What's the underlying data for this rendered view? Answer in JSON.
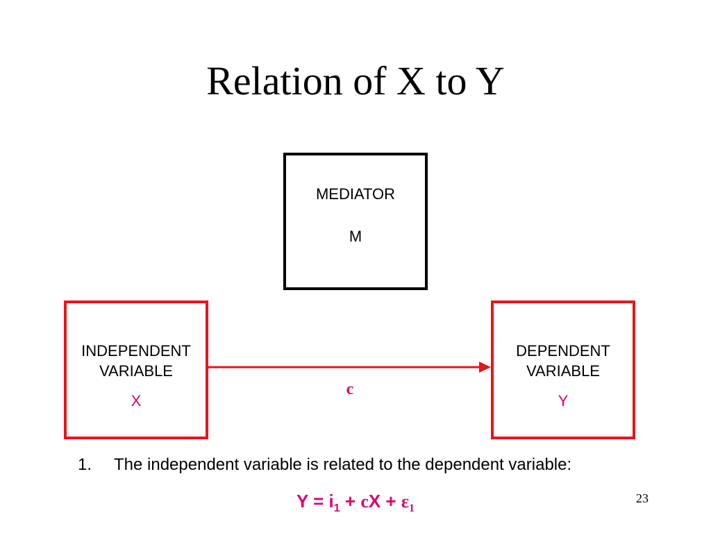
{
  "title": "Relation of X to Y",
  "colors": {
    "accent_red": "#e8151b",
    "accent_magenta": "#e0006b",
    "text": "#000000"
  },
  "mediator": {
    "label": "MEDIATOR",
    "symbol": "M"
  },
  "independent": {
    "label_line1": "INDEPENDENT",
    "label_line2": "VARIABLE",
    "symbol": "X"
  },
  "dependent": {
    "label_line1": "DEPENDENT",
    "label_line2": "VARIABLE",
    "symbol": "Y"
  },
  "path": {
    "label": "c"
  },
  "point": {
    "number": "1.",
    "text": "The independent variable is related to the dependent variable:"
  },
  "equation": {
    "lhs": "Y = i",
    "sub1": "1",
    "plus1": " + ",
    "coef": "c",
    "var": "X + ",
    "eps": "ε",
    "sub2": "1"
  },
  "slide_number": "23"
}
